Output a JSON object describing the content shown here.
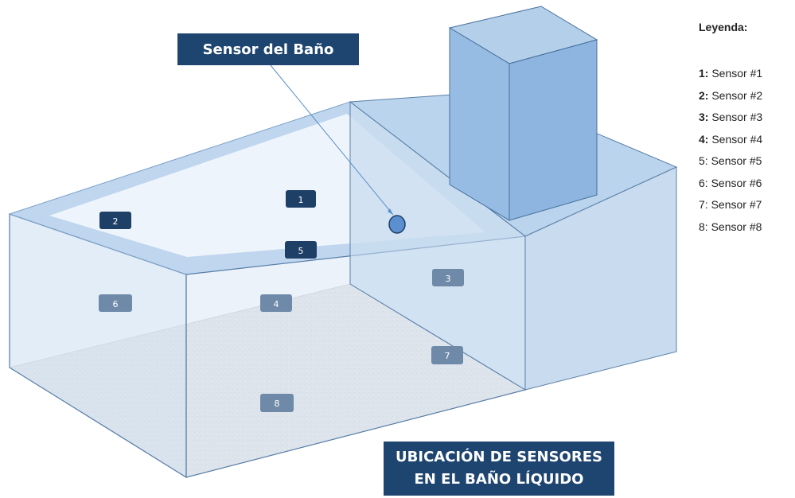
{
  "callout": {
    "label": "Sensor del Baño"
  },
  "title": {
    "line1": "UBICACIÓN DE SENSORES",
    "line2": "EN EL BAÑO LÍQUIDO"
  },
  "legend": {
    "title": "Leyenda:",
    "items": [
      {
        "num": "1:",
        "label": "Sensor #1"
      },
      {
        "num": "2:",
        "label": "Sensor #2"
      },
      {
        "num": "3:",
        "label": "Sensor #3"
      },
      {
        "num": "4:",
        "label": "Sensor #4"
      },
      {
        "num": "5:",
        "label": "Sensor #5"
      },
      {
        "num": "6:",
        "label": "Sensor #6"
      },
      {
        "num": "7:",
        "label": "Sensor #7"
      },
      {
        "num": "8:",
        "label": "Sensor #8"
      }
    ]
  },
  "markers": {
    "m1": "1",
    "m2": "2",
    "m3": "3",
    "m4": "4",
    "m5": "5",
    "m6": "6",
    "m7": "7",
    "m8": "8"
  },
  "colors": {
    "dark_marker": "#1e3f66",
    "light_marker": "#6e8aa8",
    "box_fill": "#1e4570",
    "tank_face": "#cfe1f2",
    "liquid_surface": "#e9f1f9",
    "block_face": "#8fb6de"
  }
}
